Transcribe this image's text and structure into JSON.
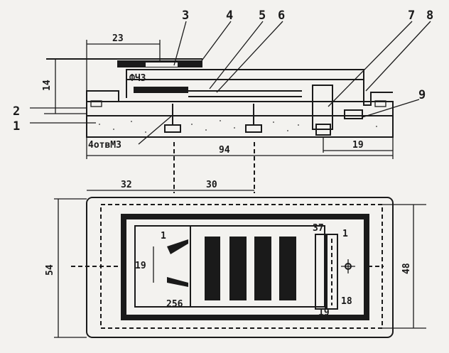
{
  "title": "Module assembly drawing",
  "section_view": {
    "callouts": [
      "1",
      "2",
      "3",
      "4",
      "5",
      "6",
      "7",
      "8",
      "9"
    ],
    "component_label": "ФЧЗ",
    "holes_note": "4отвМ3",
    "dimensions": {
      "cover_offset": "23",
      "height": "14",
      "length": "94",
      "connector_offset": "19"
    }
  },
  "plan_view": {
    "dimensions": {
      "mount_offset_1": "32",
      "mount_offset_2": "30",
      "overall_width": "54",
      "inner_width": "48",
      "lead_pitch": "19"
    },
    "pin_labels": {
      "left_first": "1",
      "left_last": "256",
      "connector_first": "1",
      "connector_mid": "18",
      "connector_37": "37",
      "connector_19": "19"
    }
  }
}
